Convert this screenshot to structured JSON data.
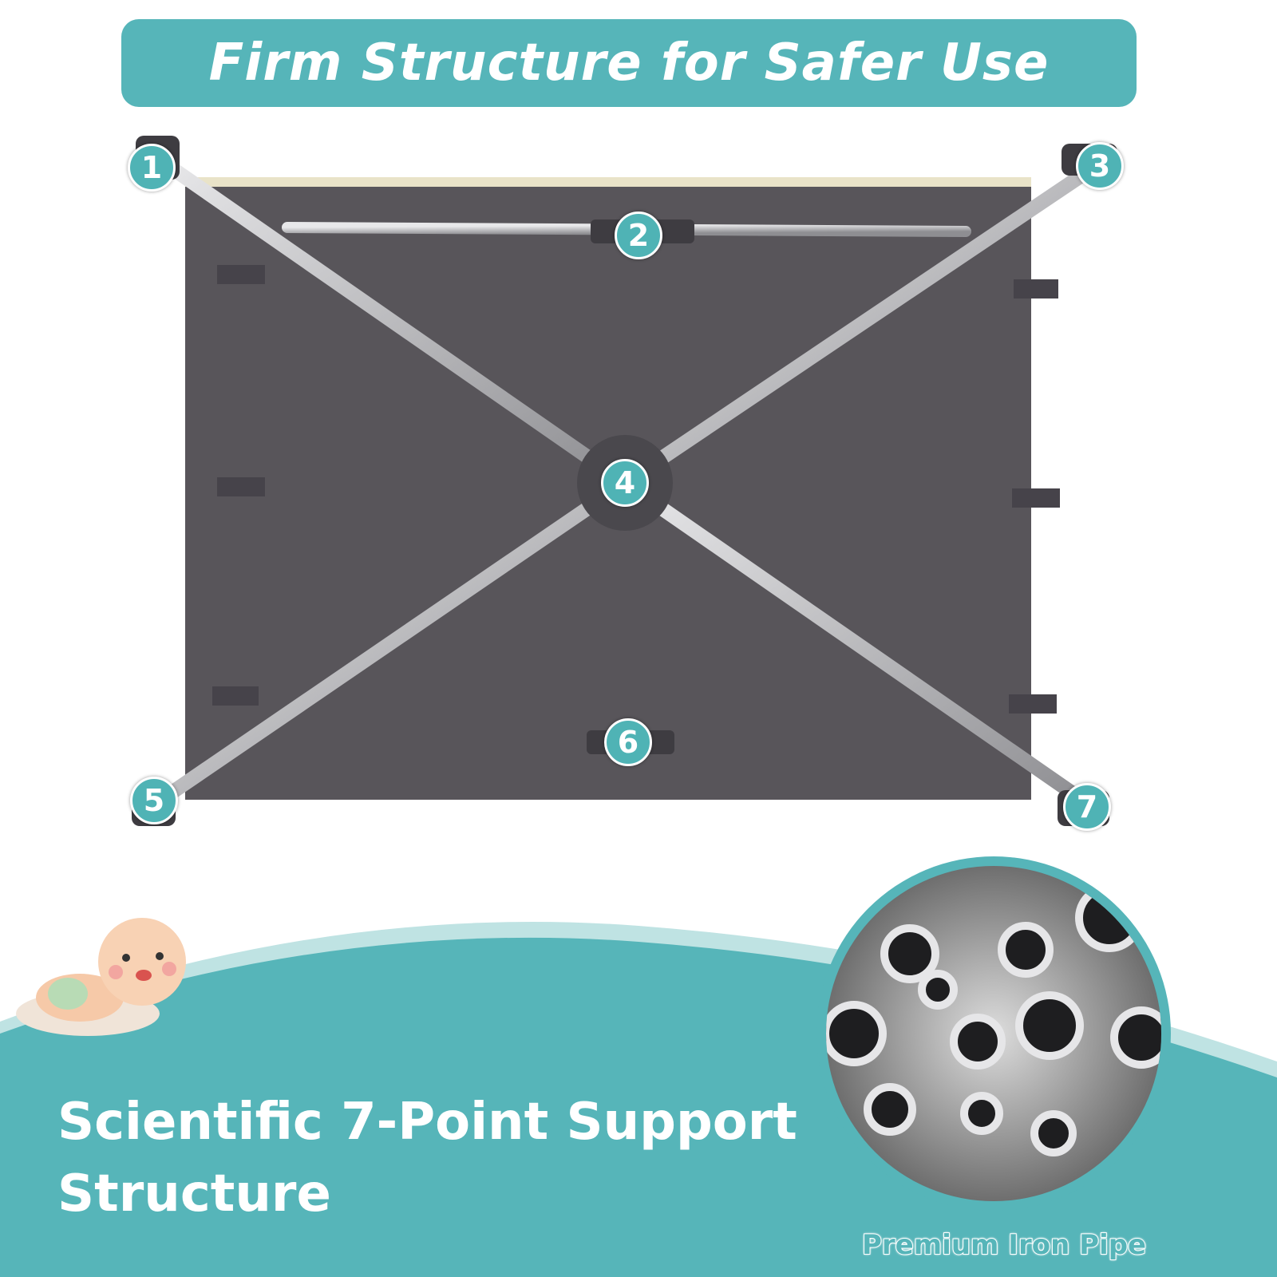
{
  "title": "Firm Structure for Safer Use",
  "markers": [
    "1",
    "2",
    "3",
    "4",
    "5",
    "6",
    "7"
  ],
  "headline": {
    "line1": "Scientific 7-Point Support",
    "line2": "Structure"
  },
  "caption": "Premium Iron Pipe",
  "colors": {
    "accent": "#56b5b9",
    "fabric": "#58555a",
    "pipe": "#b9b9bd"
  }
}
